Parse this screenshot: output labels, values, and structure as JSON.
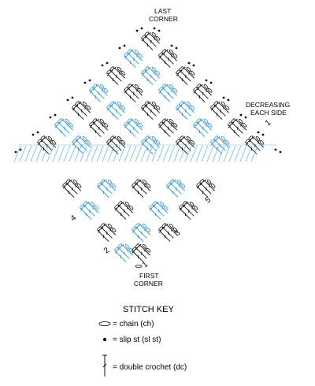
{
  "labels": {
    "last_corner_line1": "LAST",
    "last_corner_line2": "CORNER",
    "decreasing_line1": "DECREASING",
    "decreasing_line2": "EACH SIDE",
    "first_corner_line1": "FIRST",
    "first_corner_line2": "CORNER"
  },
  "row_numbers": {
    "top_row": "1",
    "rows": [
      "1",
      "2",
      "3",
      "4",
      "5"
    ]
  },
  "key": {
    "title": "STITCH KEY",
    "items": [
      {
        "symbol": "chain-icon",
        "text": "= chain (ch)"
      },
      {
        "symbol": "slip-stitch-icon",
        "text": "= slip st (sl st)"
      },
      {
        "symbol": "double-crochet-icon",
        "text": "= double crochet (dc)"
      }
    ]
  },
  "colors": {
    "stitch_black": "#111111",
    "stitch_blue": "#3a93c8",
    "guide_blue": "#6cb7e0"
  }
}
